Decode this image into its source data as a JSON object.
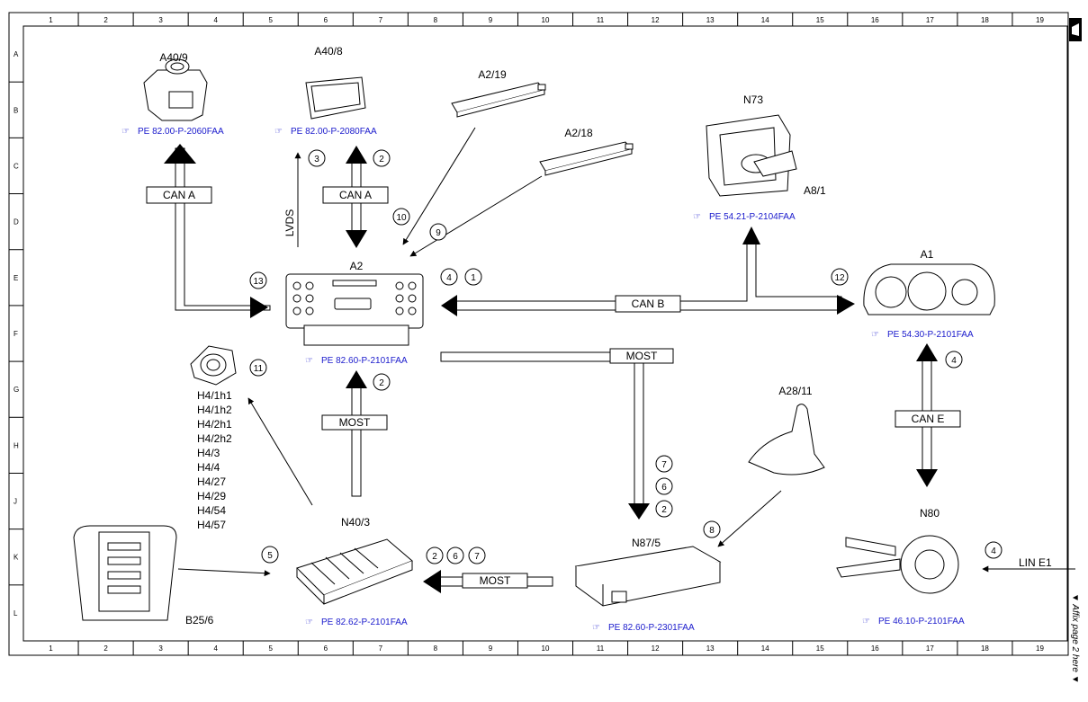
{
  "columns": [
    "1",
    "2",
    "3",
    "4",
    "5",
    "6",
    "7",
    "8",
    "9",
    "10",
    "11",
    "12",
    "13",
    "14",
    "15",
    "16",
    "17",
    "18",
    "19"
  ],
  "rows": [
    "A",
    "B",
    "C",
    "D",
    "E",
    "F",
    "G",
    "H",
    "J",
    "K",
    "L"
  ],
  "components": {
    "a40_9": "A40/9",
    "a40_8": "A40/8",
    "a2_19": "A2/19",
    "a2_18": "A2/18",
    "n73": "N73",
    "a8_1": "A8/1",
    "a2": "A2",
    "a1": "A1",
    "a28_11": "A28/11",
    "n80": "N80",
    "n40_3": "N40/3",
    "n87_5": "N87/5",
    "b25_6": "B25/6",
    "h4_list": [
      "H4/1h1",
      "H4/1h2",
      "H4/2h1",
      "H4/2h2",
      "H4/3",
      "H4/4",
      "H4/27",
      "H4/29",
      "H4/54",
      "H4/57"
    ]
  },
  "refs": {
    "a40_9": "PE 82.00-P-2060FAA",
    "a40_8": "PE 82.00-P-2080FAA",
    "n73": "PE 54.21-P-2104FAA",
    "a2": "PE 82.60-P-2101FAA",
    "a1": "PE 54.30-P-2101FAA",
    "n40_3": "PE 82.62-P-2101FAA",
    "n87_5": "PE 82.60-P-2301FAA",
    "n80": "PE 46.10-P-2101FAA"
  },
  "buses": {
    "can_a_1": "CAN A",
    "can_a_2": "CAN A",
    "lvds": "LVDS",
    "can_b": "CAN B",
    "most_1": "MOST",
    "most_2": "MOST",
    "most_3": "MOST",
    "can_e": "CAN E",
    "line_e1": "LIN E1"
  },
  "numbers": {
    "n_3": "3",
    "n_2a": "2",
    "n_10": "10",
    "n_9": "9",
    "n_13": "13",
    "n_4a": "4",
    "n_1": "1",
    "n_12": "12",
    "n_4b": "4",
    "n_11": "11",
    "n_2b": "2",
    "n_7a": "7",
    "n_6a": "6",
    "n_2c": "2",
    "n_8": "8",
    "n_5": "5",
    "n_2d": "2",
    "n_6b": "6",
    "n_7b": "7",
    "n_4c": "4"
  },
  "side_note": "▼ Affix page 2 here ▼",
  "colors": {
    "ref": "#1a1acc",
    "line": "#000000"
  }
}
